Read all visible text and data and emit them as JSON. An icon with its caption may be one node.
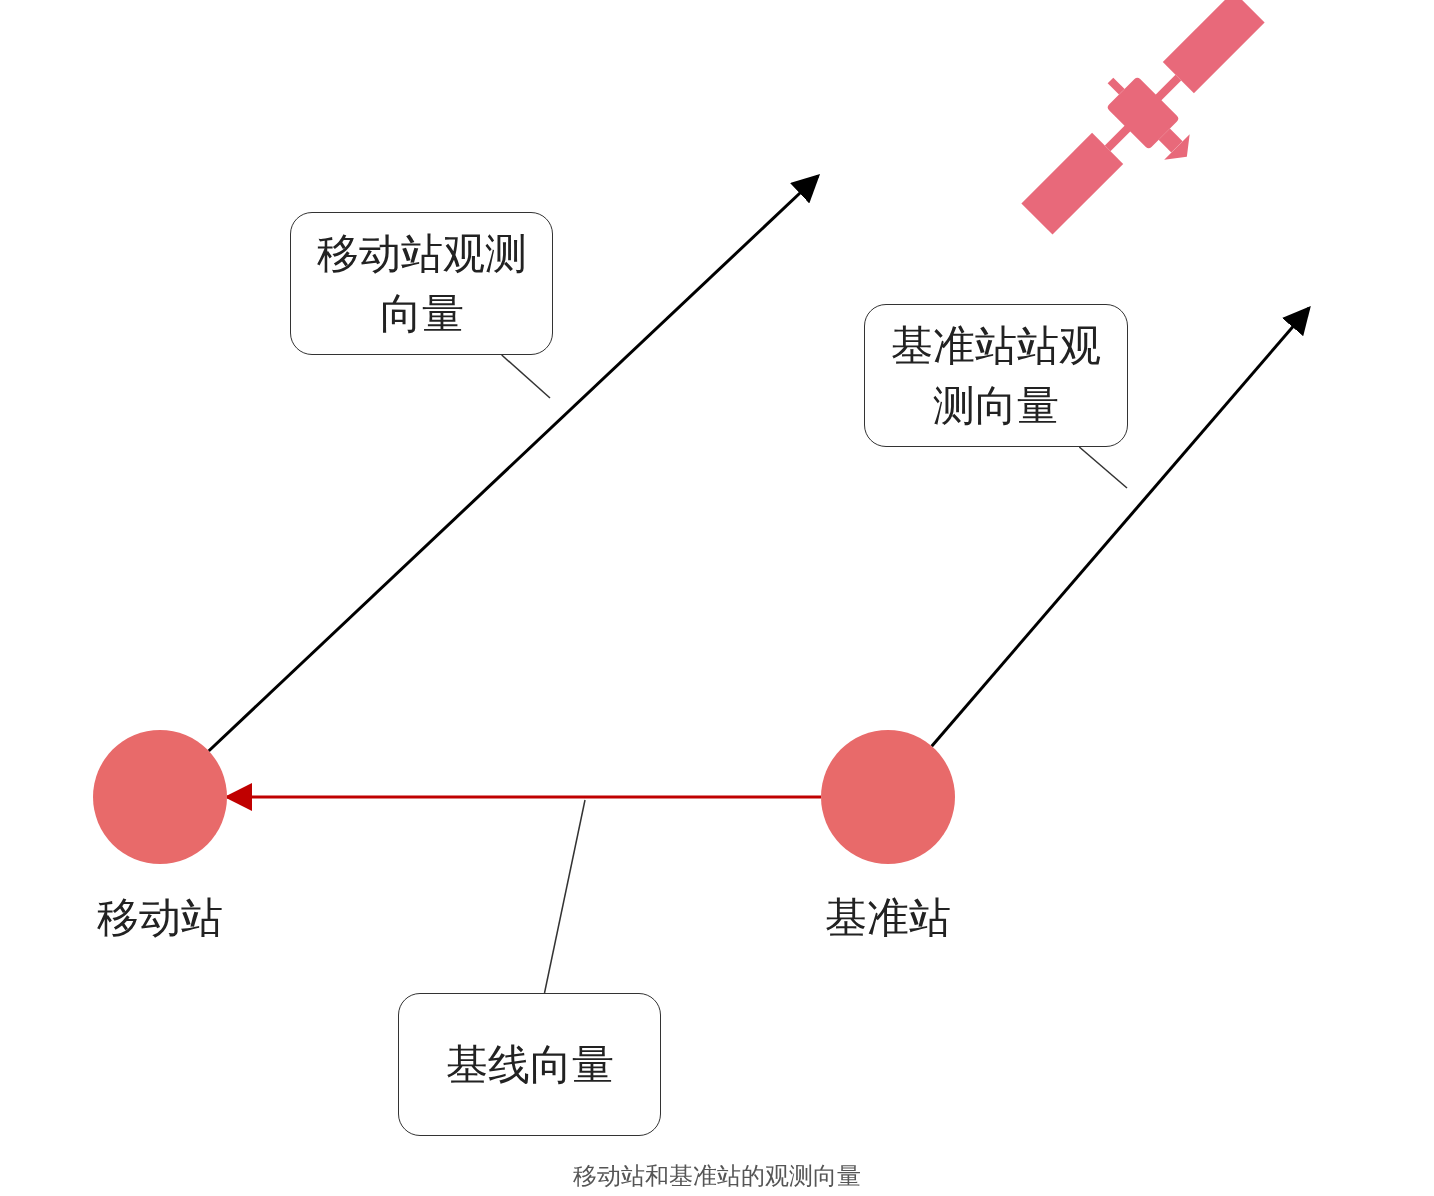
{
  "diagram": {
    "caption": "移动站和基准站的观测向量",
    "nodes": [
      {
        "text": [
          "移动站"
        ]
      },
      {
        "text": [
          "基准站"
        ]
      },
      {
        "text": [
          "移动站观测向量"
        ]
      },
      {
        "text": [
          "基准站站观测向量"
        ]
      },
      {
        "text": [
          "基线向量"
        ]
      }
    ],
    "edges": [
      {
        "from": 0,
        "to": null,
        "arrow": "to"
      },
      {
        "from": 1,
        "to": null,
        "arrow": "to"
      },
      {
        "from": 1,
        "to": 0,
        "arrow": "to",
        "color": "#c00000"
      },
      {
        "from": 2,
        "to": null,
        "arrow": "none"
      },
      {
        "from": 3,
        "to": null,
        "arrow": "none"
      },
      {
        "from": 4,
        "to": null,
        "arrow": "none"
      }
    ]
  }
}
